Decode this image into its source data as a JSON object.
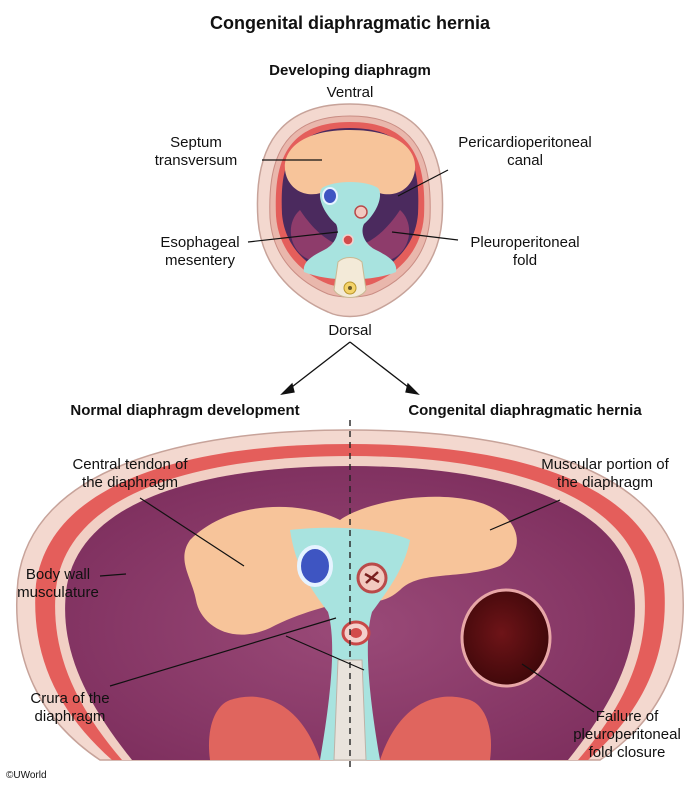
{
  "title": "Congenital diaphragmatic hernia",
  "top_panel": {
    "heading": "Developing diaphragm",
    "ventral": "Ventral",
    "dorsal": "Dorsal",
    "labels": {
      "septum": [
        "Septum",
        "transversum"
      ],
      "pericardio": [
        "Pericardioperitoneal",
        "canal"
      ],
      "esophageal": [
        "Esophageal",
        "mesentery"
      ],
      "pleuro": [
        "Pleuroperitoneal",
        "fold"
      ]
    }
  },
  "bottom_panel": {
    "left_heading": "Normal diaphragm development",
    "right_heading": "Congenital diaphragmatic hernia",
    "labels": {
      "central_tendon": [
        "Central tendon of",
        "the diaphragm"
      ],
      "muscular_portion": [
        "Muscular portion of",
        "the diaphragm"
      ],
      "body_wall": [
        "Body wall",
        "musculature"
      ],
      "crura": [
        "Crura of the",
        "diaphragm"
      ],
      "failure": [
        "Failure of",
        "pleuroperitoneal",
        "fold closure"
      ]
    }
  },
  "copyright": "©UWorld",
  "colors": {
    "skin": "#f3d8cf",
    "muscle_red": "#e25a56",
    "diaphragm_purple": "#8e3c6b",
    "tendon": "#f7c49a",
    "mesentery_teal": "#a8e3df",
    "canal_dark": "#4b2a5e",
    "hernia": "#5a0d12",
    "vessel_blue": "#3e55c2"
  }
}
